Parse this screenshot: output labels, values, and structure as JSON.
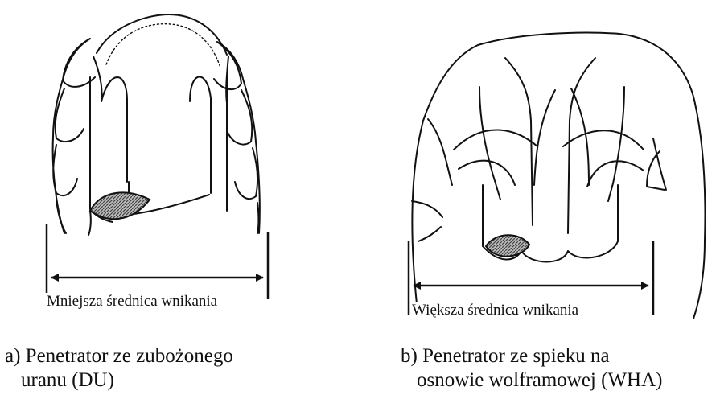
{
  "diagram_a": {
    "diameter_label": "Mniejsza średnica wnikania",
    "caption_line1": "a) Penetrator ze zubożonego",
    "caption_line2": "uranu (DU)"
  },
  "diagram_b": {
    "diameter_label": "Większa średnica wnikania",
    "caption_line1": "b) Penetrator ze spieku na",
    "caption_line2": "osnowie wolframowej (WHA)"
  },
  "colors": {
    "line": "#111111",
    "hatch": "#555555",
    "background": "#ffffff"
  }
}
